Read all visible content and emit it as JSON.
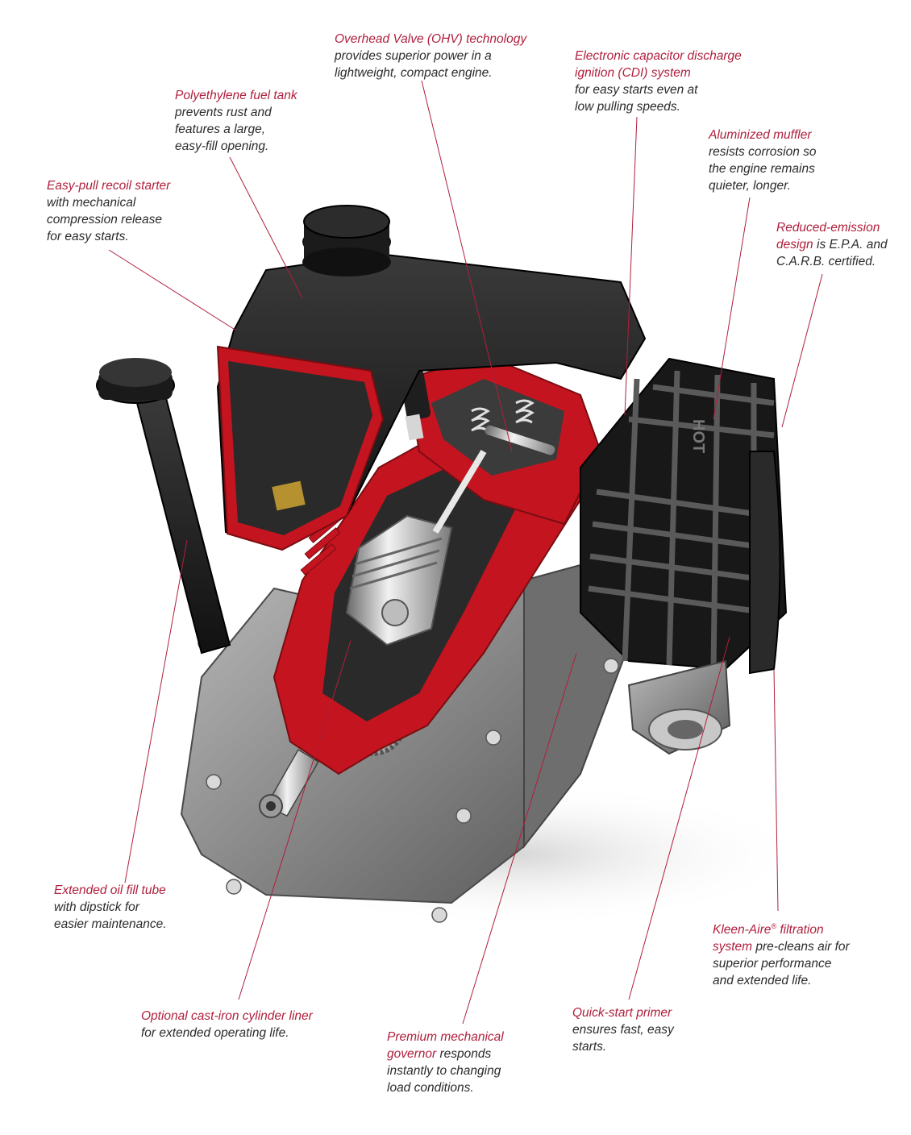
{
  "colors": {
    "accent": "#b01f3c",
    "body_text": "#2b2b2b",
    "cutaway_red": "#c4141f",
    "engine_dark": "#1c1c1c",
    "engine_metal": "#8f8f8f"
  },
  "engine_image": {
    "cover_text": "HOT"
  },
  "callouts": {
    "ohv": {
      "title": "Overhead Valve (OHV) technology",
      "lines": [
        "provides superior power in a",
        "lightweight, compact engine."
      ]
    },
    "cdi": {
      "title_lines": [
        "Electronic capacitor discharge",
        "ignition (CDI) system"
      ],
      "lines": [
        "for easy starts even at",
        "low pulling speeds."
      ]
    },
    "fuel_tank": {
      "title": "Polyethylene fuel tank",
      "lines": [
        "prevents rust and",
        "features a large,",
        "easy-fill opening."
      ]
    },
    "muffler": {
      "title": "Aluminized muffler",
      "lines": [
        "resists corrosion so",
        "the engine remains",
        "quieter, longer."
      ]
    },
    "recoil": {
      "title": "Easy-pull recoil starter",
      "lines": [
        "with mechanical",
        "compression release",
        "for easy starts."
      ]
    },
    "emission": {
      "title_lines": [
        "Reduced-emission",
        "design"
      ],
      "inline": " is E.P.A. and",
      "lines": [
        "C.A.R.B. certified."
      ]
    },
    "oil_fill": {
      "title": "Extended oil fill tube",
      "lines": [
        "with dipstick for",
        "easier maintenance."
      ]
    },
    "kleen_aire": {
      "title_a": "Kleen-Aire",
      "title_sup": "®",
      "title_b": " filtration",
      "title_line2": "system",
      "inline": " pre-cleans air for",
      "lines": [
        "superior performance",
        "and extended life."
      ]
    },
    "liner": {
      "title": "Optional cast-iron cylinder liner",
      "lines": [
        "for extended operating life."
      ]
    },
    "primer": {
      "title": "Quick-start primer",
      "lines": [
        "ensures fast, easy",
        "starts."
      ]
    },
    "governor": {
      "title_lines": [
        "Premium mechanical",
        "governor"
      ],
      "inline": " responds",
      "lines": [
        "instantly to changing",
        "load conditions."
      ]
    }
  }
}
